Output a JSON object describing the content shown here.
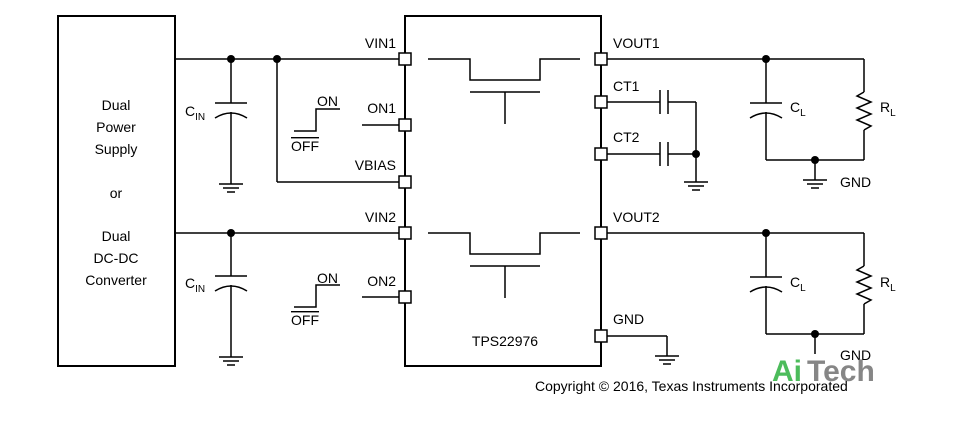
{
  "power_block": {
    "line1": "Dual",
    "line2": "Power",
    "line3": "Supply",
    "line4": "or",
    "line5": "Dual",
    "line6": "DC-DC",
    "line7": "Converter"
  },
  "ic": {
    "name": "TPS22976",
    "pins_left": [
      "VIN1",
      "ON1",
      "VBIAS",
      "VIN2",
      "ON2"
    ],
    "pins_right": [
      "VOUT1",
      "CT1",
      "CT2",
      "VOUT2",
      "GND"
    ]
  },
  "components": {
    "cin_main": "C",
    "cin_sub": "IN",
    "cl_main": "C",
    "cl_sub": "L",
    "rl_main": "R",
    "rl_sub": "L"
  },
  "control": {
    "on_label": "ON",
    "off_label": "OFF"
  },
  "ground_label": "GND",
  "copyright": "Copyright © 2016, Texas Instruments Incorporated",
  "watermark": {
    "green": "Ai",
    "gray": "Tech"
  }
}
